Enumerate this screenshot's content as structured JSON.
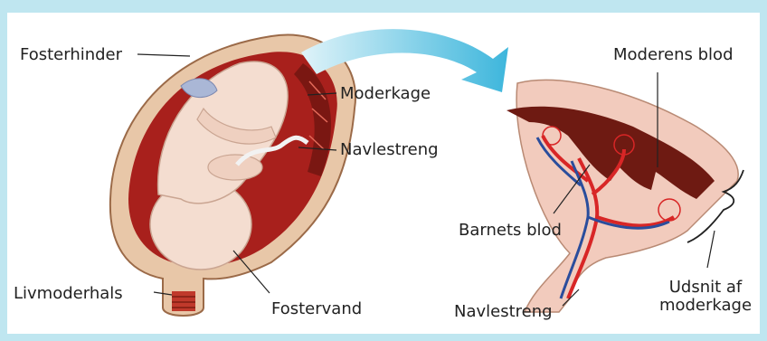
{
  "labels": {
    "fosterhinder": "Fosterhinder",
    "moderkage": "Moderkage",
    "navlestreng_left": "Navlestreng",
    "livmoderhals": "Livmoderhals",
    "fostervand": "Fostervand",
    "moderens_blod": "Moderens blod",
    "barnets_blod": "Barnets blod",
    "navlestreng_right": "Navlestreng",
    "udsnit_line1": "Udsnit af",
    "udsnit_line2": "moderkage"
  },
  "colors": {
    "frame": "#bfe6f0",
    "arrow": "#5bc0df",
    "uterus_wall": "#e8c7a8",
    "fluid": "#a8201c",
    "fetus": "#f4ddd0",
    "placenta_dark": "#6e1a12",
    "vein": "#2a4d9c",
    "artery": "#d82626"
  }
}
